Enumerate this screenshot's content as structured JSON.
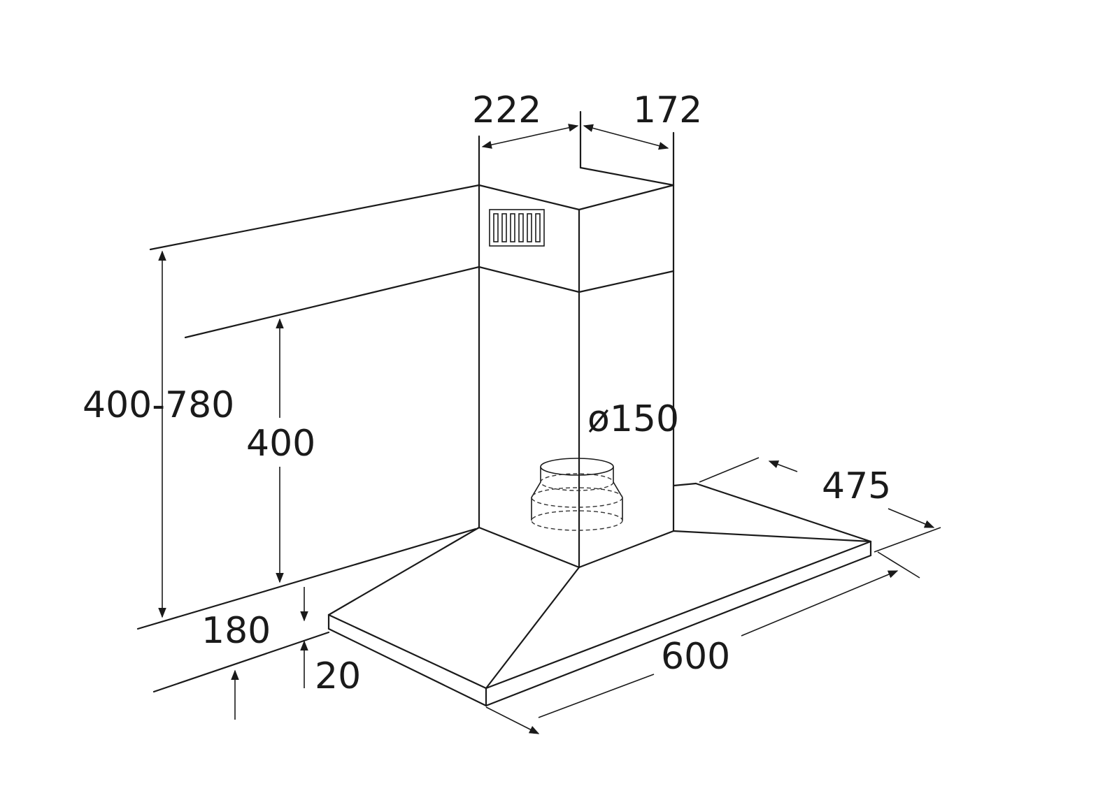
{
  "title": "Range hood dimensions",
  "line_color": "#1a1a1a",
  "dimensions": {
    "chimney_width": "222",
    "chimney_depth": "172",
    "total_height": "400-780",
    "chimney_min": "400",
    "duct_diameter": "ø150",
    "hood_depth": "475",
    "hood_width": "600",
    "hood_height": "180",
    "rim_thickness": "20"
  }
}
